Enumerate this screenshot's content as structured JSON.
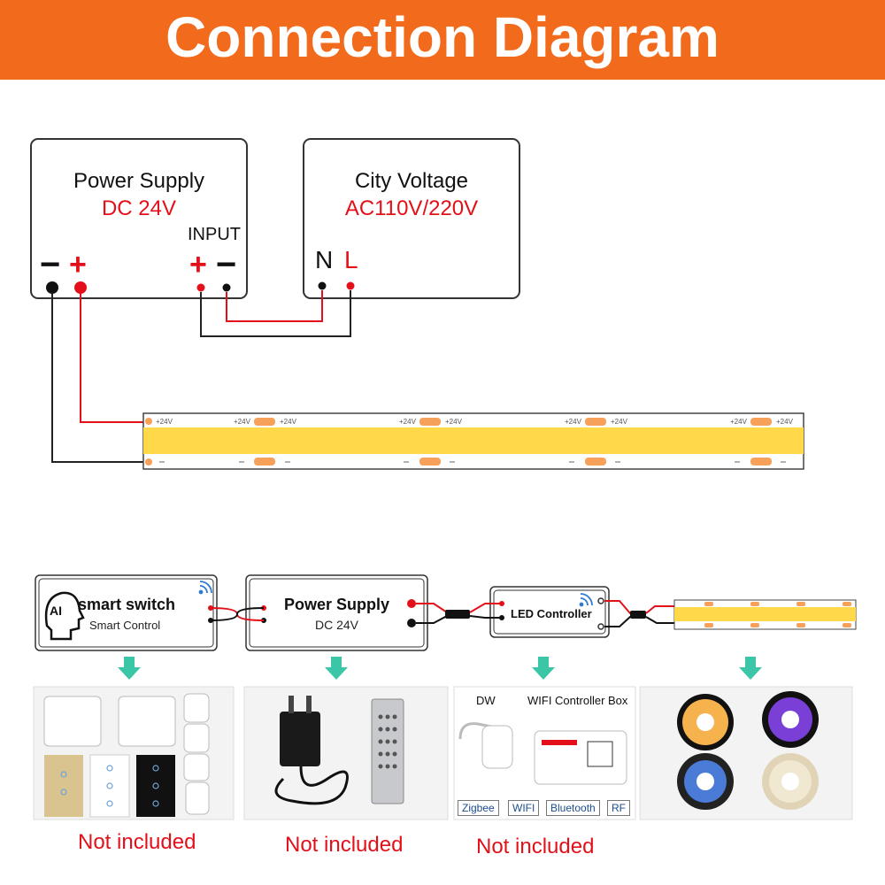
{
  "header": {
    "title": "Connection Diagram"
  },
  "top_diagram": {
    "power_supply": {
      "title": "Power Supply",
      "voltage": "DC 24V",
      "input_label": "INPUT",
      "minus": "−",
      "plus": "+",
      "in_plus": "+",
      "in_minus": "−"
    },
    "city_voltage": {
      "title": "City Voltage",
      "voltage": "AC110V/220V",
      "n": "N",
      "l": "L"
    },
    "strip_label": "+24V"
  },
  "bottom_diagram": {
    "smart_switch": {
      "badge": "AI",
      "title": "smart switch",
      "subtitle": "Smart Control"
    },
    "power_supply": {
      "title": "Power Supply",
      "subtitle": "DC 24V"
    },
    "led_controller": {
      "title": "LED Controller"
    },
    "panels": {
      "controller": {
        "dw": "DW",
        "wifi_box": "WIFI Controller Box",
        "tags": [
          "Zigbee",
          "WIFI",
          "Bluetooth",
          "RF"
        ]
      }
    },
    "not_included": [
      "Not included",
      "Not included",
      "Not included"
    ]
  },
  "colors": {
    "banner": "#f26b1d",
    "wire_red": "#e3101a",
    "strip_yellow": "#ffd94a",
    "arrow": "#3cc6a8"
  }
}
